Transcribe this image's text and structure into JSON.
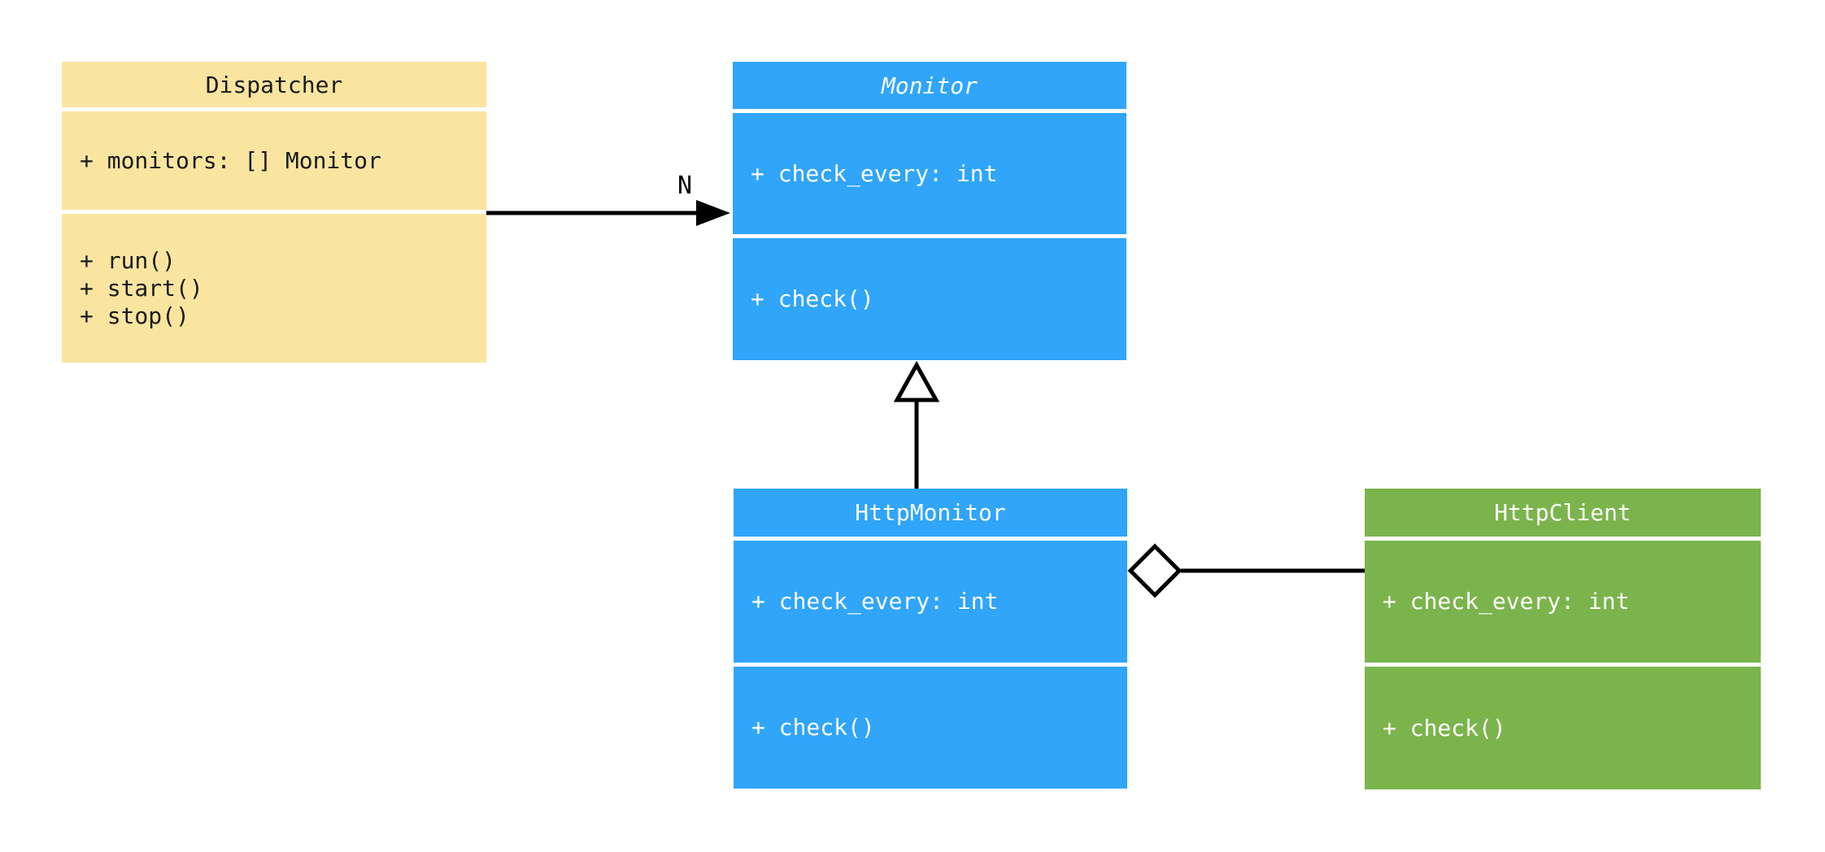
{
  "classes": {
    "dispatcher": {
      "name": "Dispatcher",
      "attributes": [
        "+ monitors: [] Monitor"
      ],
      "methods": [
        "+ run()",
        "+ start()",
        "+ stop()"
      ]
    },
    "monitor": {
      "name": "Monitor",
      "stereotype": "abstract",
      "attributes": [
        "+ check_every: int"
      ],
      "methods": [
        "+ check()"
      ]
    },
    "http_monitor": {
      "name": "HttpMonitor",
      "attributes": [
        "+ check_every: int"
      ],
      "methods": [
        "+ check()"
      ]
    },
    "http_client": {
      "name": "HttpClient",
      "attributes": [
        "+ check_every: int"
      ],
      "methods": [
        "+ check()"
      ]
    }
  },
  "relationships": [
    {
      "type": "association",
      "from": "Dispatcher",
      "to": "Monitor",
      "multiplicity": "N"
    },
    {
      "type": "inheritance",
      "from": "HttpMonitor",
      "to": "Monitor"
    },
    {
      "type": "aggregation",
      "from": "HttpMonitor",
      "to": "HttpClient"
    }
  ],
  "colors": {
    "dispatcher_fill": "#FAE5A0",
    "monitor_fill": "#30A5FA",
    "http_monitor_fill": "#30A5FA",
    "http_client_fill": "#7BB44C",
    "connector": "#000000",
    "background": "#FFFFFF"
  }
}
